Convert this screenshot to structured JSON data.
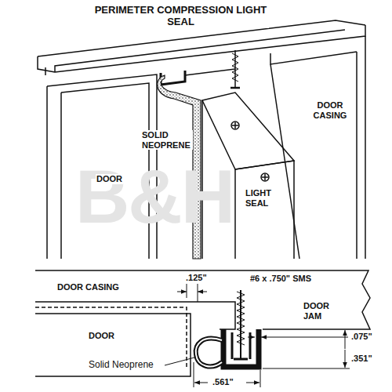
{
  "diagram": {
    "title": "PERIMETER COMPRESSION LIGHT SEAL",
    "labels": [
      "DOOR CASING",
      "SOLID NEOPRENE",
      "DOOR",
      "LIGHT SEAL",
      "DOOR CASING",
      ".125\"",
      "#6 x .750\" SMS",
      "DOOR JAM",
      "DOOR",
      "Solid Neoprene",
      ".075\"",
      ".351\"",
      ".561\"",
      "B&H"
    ]
  }
}
